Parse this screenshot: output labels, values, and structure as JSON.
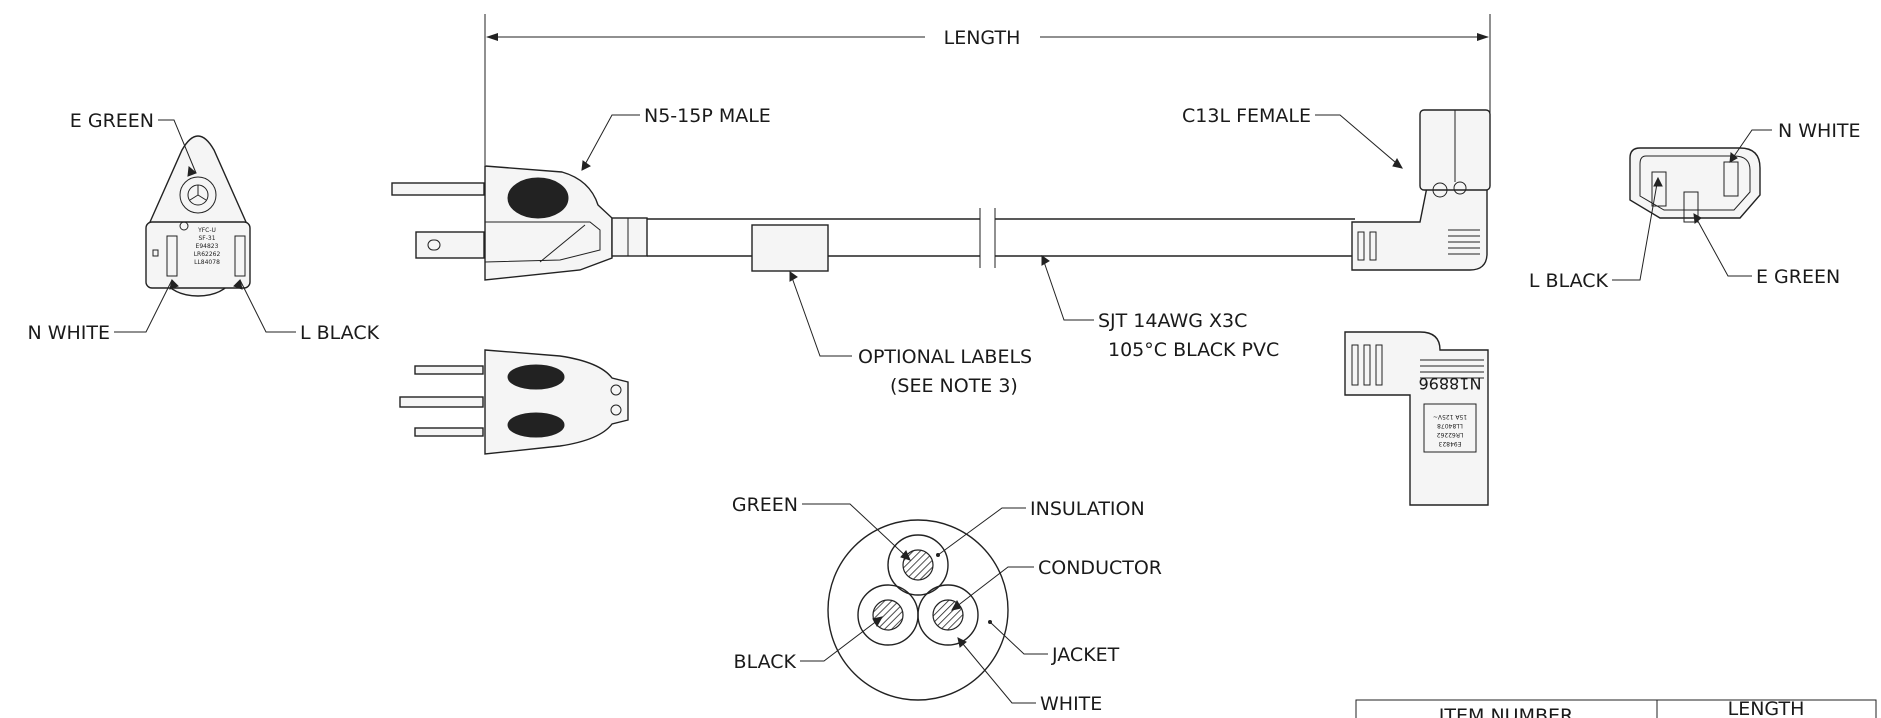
{
  "dimension": {
    "label": "LENGTH"
  },
  "callouts": {
    "male_plug": "N5-15P MALE",
    "female_connector": "C13L FEMALE",
    "optional_labels_line1": "OPTIONAL LABELS",
    "optional_labels_line2": "(SEE NOTE 3)",
    "cable_line1": "SJT 14AWG X3C",
    "cable_line2": "105°C BLACK PVC"
  },
  "plug_face": {
    "earth": "E GREEN",
    "neutral": "N WHITE",
    "line": "L BLACK",
    "markings": [
      "YFC-U",
      "SF-31",
      "E94823",
      "LR62262",
      "LL84078"
    ]
  },
  "connector_face": {
    "neutral": "N WHITE",
    "line": "L BLACK",
    "earth": "E GREEN"
  },
  "connector_side": {
    "part_code": "N18896",
    "markings": [
      "E94823",
      "LR62262",
      "LL84078",
      "15A 125V~"
    ]
  },
  "cross_section": {
    "green": "GREEN",
    "insulation": "INSULATION",
    "conductor": "CONDUCTOR",
    "black": "BLACK",
    "jacket": "JACKET",
    "white": "WHITE"
  },
  "table": {
    "headers": [
      "ITEM NUMBER",
      "LENGTH"
    ]
  }
}
